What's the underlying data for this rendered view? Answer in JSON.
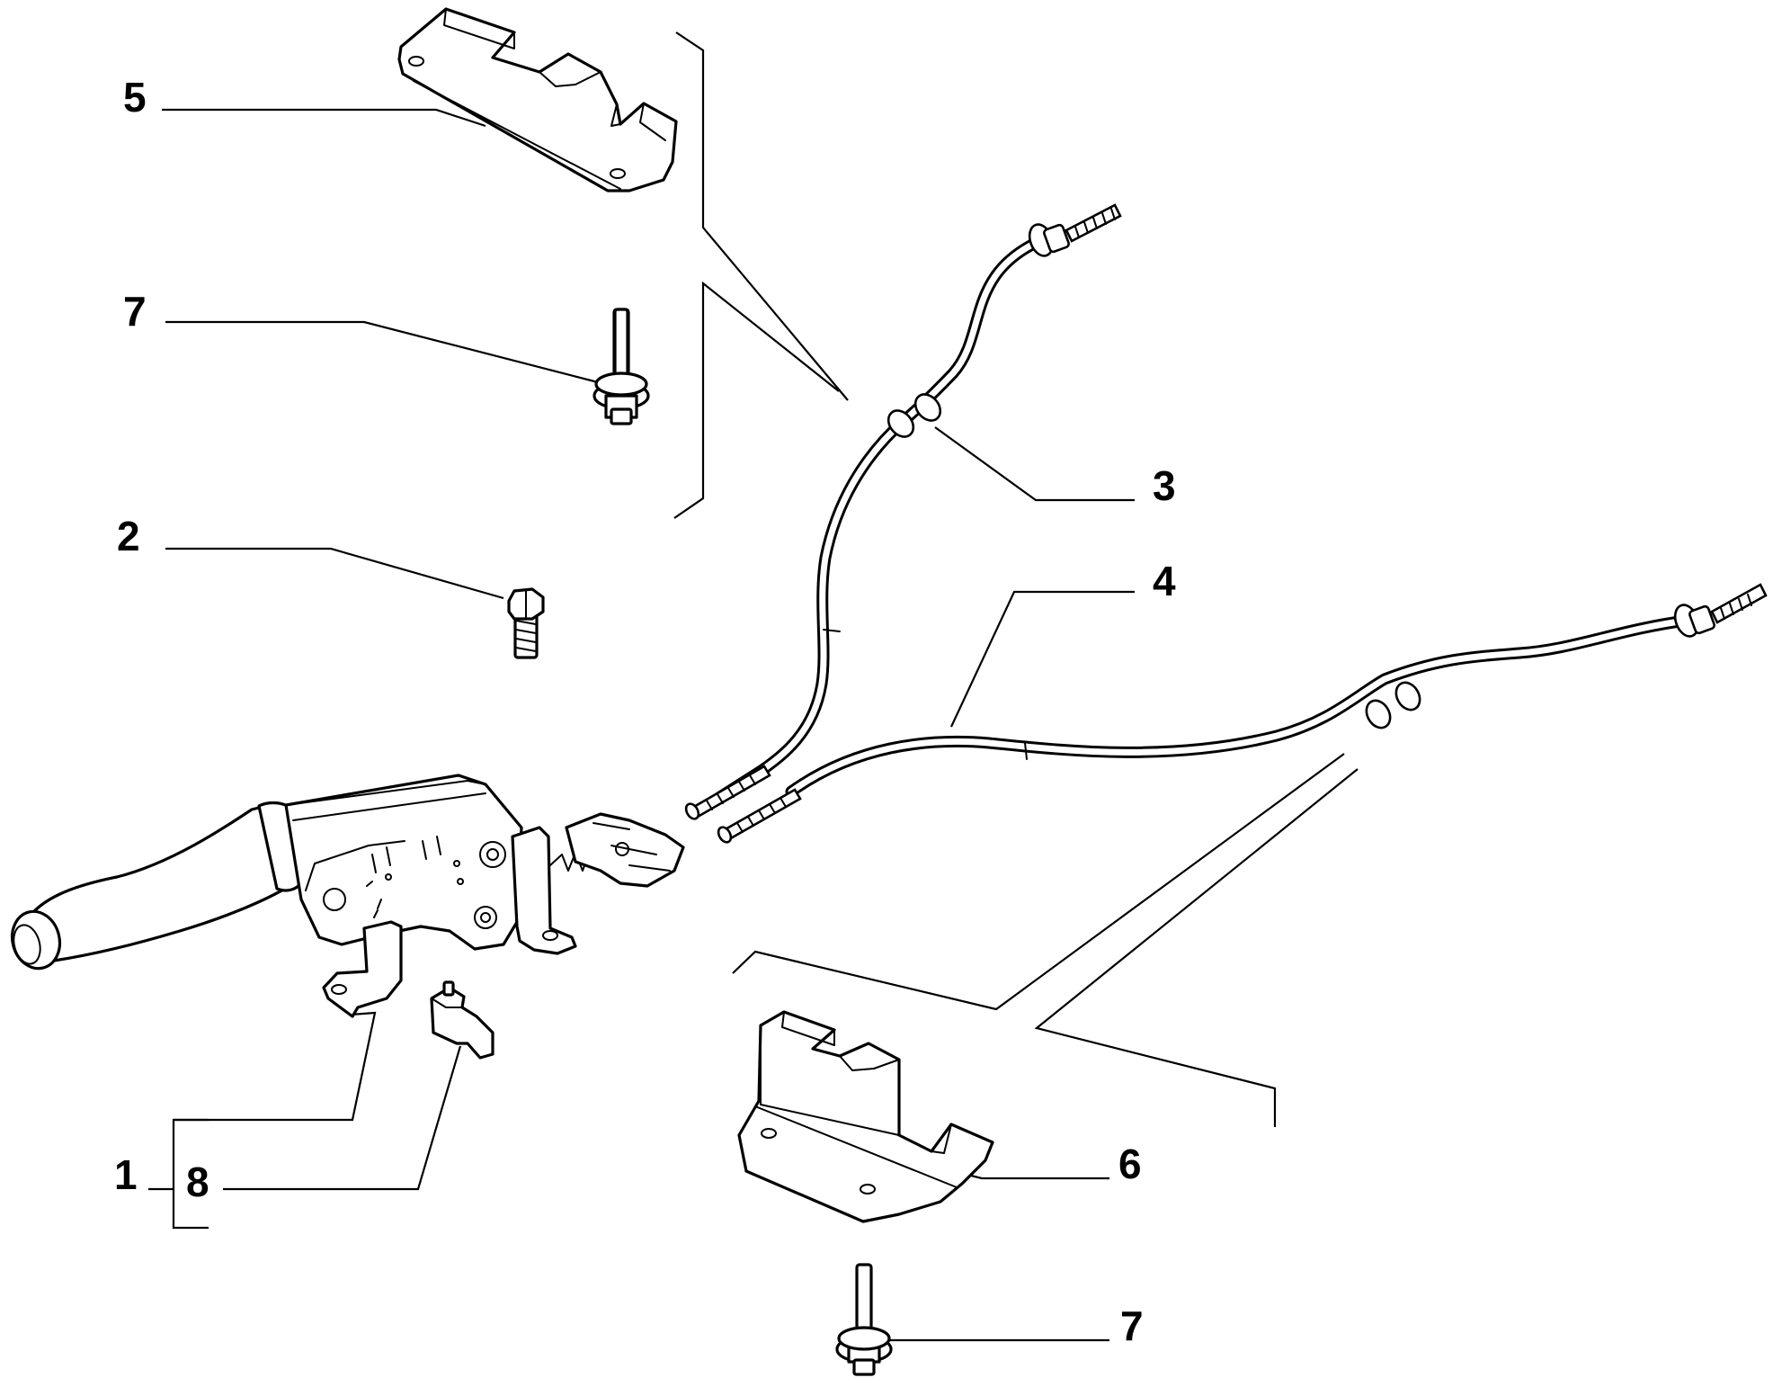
{
  "callouts": {
    "c1": "1",
    "c2": "2",
    "c3": "3",
    "c4": "4",
    "c5": "5",
    "c6": "6",
    "c7a": "7",
    "c7b": "7",
    "c8": "8"
  }
}
